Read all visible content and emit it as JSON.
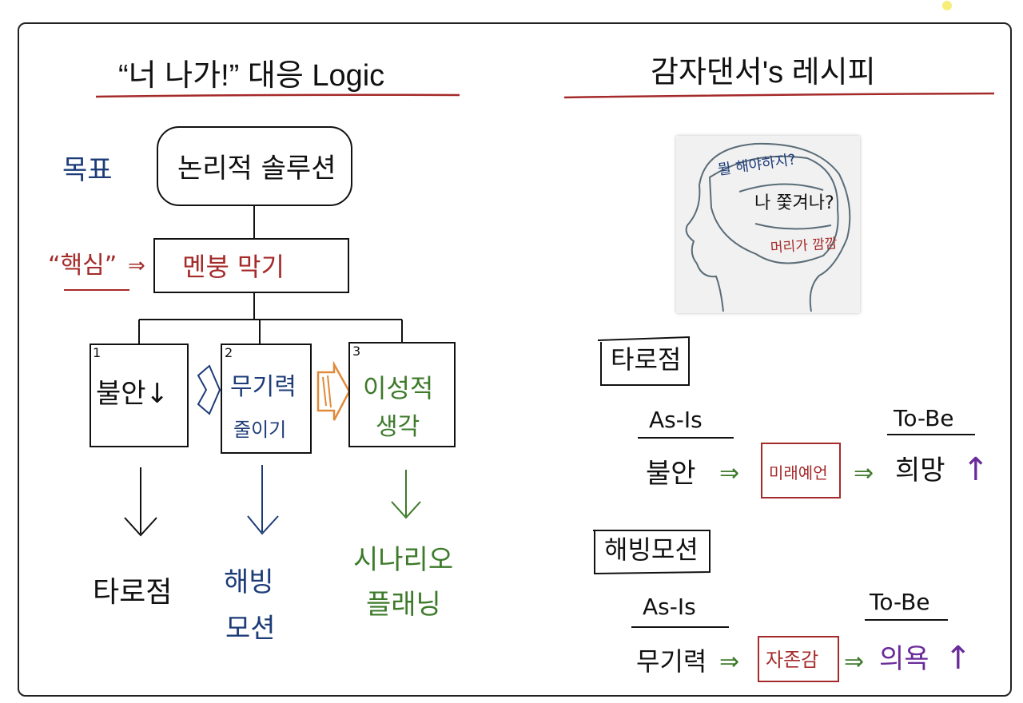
{
  "left": {
    "title": "“너 나가!” 대응 Logic",
    "goal_label": "목표",
    "goal": "논리적 솔루션",
    "core_label": "“핵심”",
    "core_arrow": "⇒",
    "core": "멘붕 막기",
    "steps": [
      {
        "num": "1",
        "line1": "불안↓",
        "line2": ""
      },
      {
        "num": "2",
        "line1": "무기력",
        "line2": "줄이기"
      },
      {
        "num": "3",
        "line1": "이성적",
        "line2": "생각"
      }
    ],
    "results": [
      {
        "line1": "타로점",
        "line2": ""
      },
      {
        "line1": "해빙",
        "line2": "모션"
      },
      {
        "line1": "시나리오",
        "line2": "플래닝"
      }
    ]
  },
  "right": {
    "title": "감자댄서's 레시피",
    "thoughts": [
      "뭘 해야하지?",
      "나 쫓겨나?",
      "머리가 깜깜"
    ],
    "sections": [
      {
        "name": "타로점",
        "as_is_label": "As-Is",
        "to_be_label": "To-Be",
        "from": "불안",
        "arrow1": "⇒",
        "method": "미래예언",
        "arrow2": "⇒",
        "to": "희망",
        "up": "↑"
      },
      {
        "name": "해빙모션",
        "as_is_label": "As-Is",
        "to_be_label": "To-Be",
        "from": "무기력",
        "arrow1": "⇒",
        "method": "자존감",
        "arrow2": "⇒",
        "to": "의욕",
        "up": "↑"
      }
    ]
  },
  "colors": {
    "ink": "#111111",
    "blue": "#1d3c78",
    "red": "#a52a2a",
    "green": "#3d7a2a",
    "orange": "#e08a3a",
    "purple": "#6a2b9a"
  }
}
